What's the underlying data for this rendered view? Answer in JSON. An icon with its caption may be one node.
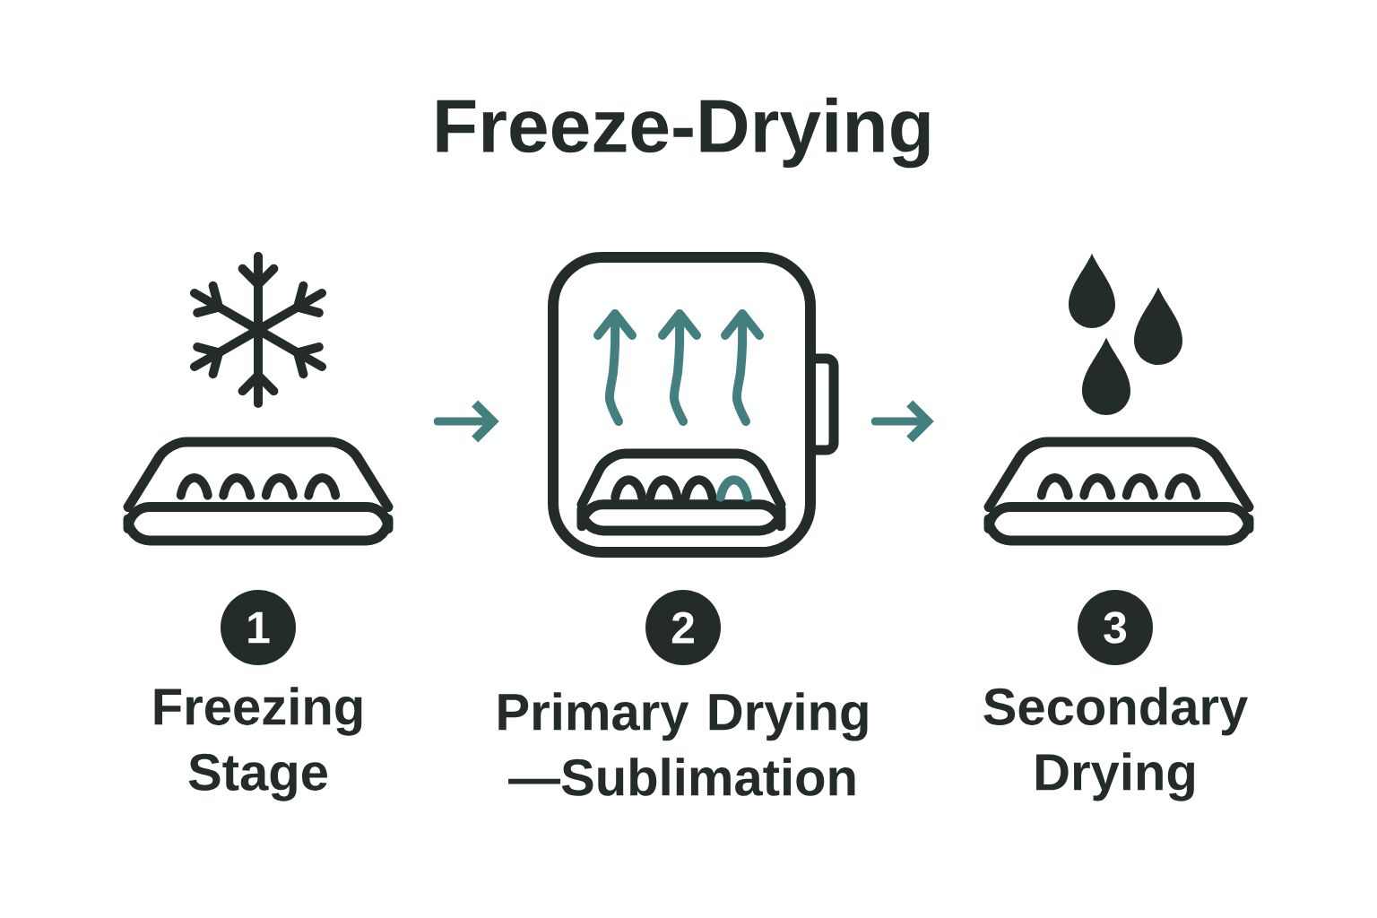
{
  "diagram": {
    "title": "Freeze-Drying",
    "nodes": [
      {
        "text": [],
        "shape": "picture"
      },
      {
        "text": [],
        "shape": "picture"
      },
      {
        "text": [],
        "shape": "picture"
      },
      {
        "text": [
          "1"
        ],
        "beside": [
          "Freezing Stage"
        ]
      },
      {
        "text": [
          "2"
        ],
        "beside": [
          "Primary Drying —Sublimation"
        ]
      },
      {
        "text": [
          "3"
        ],
        "beside": [
          "Secondary Drying"
        ]
      }
    ],
    "edges": [
      {
        "from": 0,
        "to": 1,
        "arrow": "to"
      },
      {
        "from": 1,
        "to": 2,
        "arrow": "to"
      }
    ]
  }
}
